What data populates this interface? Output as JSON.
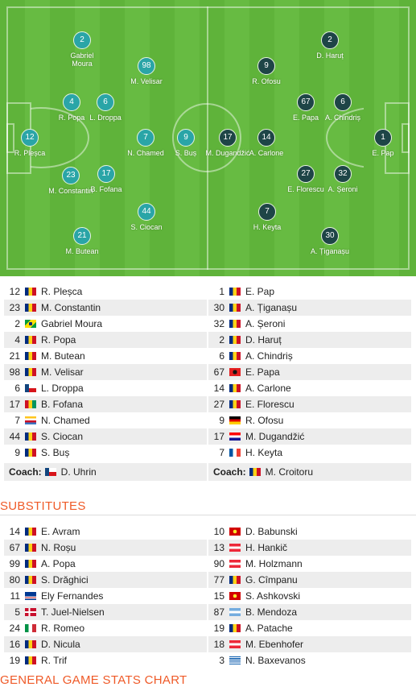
{
  "home_players": [
    {
      "number": "2",
      "name": "Gabriel\nMoura"
    },
    {
      "number": "98",
      "name": "M. Velisar"
    },
    {
      "number": "4",
      "name": "R. Popa"
    },
    {
      "number": "6",
      "name": "L. Droppa"
    },
    {
      "number": "12",
      "name": "R. Pleșca"
    },
    {
      "number": "7",
      "name": "N. Chamed"
    },
    {
      "number": "9",
      "name": "S. Buș"
    },
    {
      "number": "23",
      "name": "M. Constantin"
    },
    {
      "number": "17",
      "name": "B. Fofana"
    },
    {
      "number": "44",
      "name": "S. Ciocan"
    },
    {
      "number": "21",
      "name": "M. Butean"
    }
  ],
  "away_players": [
    {
      "number": "2",
      "name": "D. Haruț"
    },
    {
      "number": "9",
      "name": "R. Ofosu"
    },
    {
      "number": "67",
      "name": "E. Papa"
    },
    {
      "number": "6",
      "name": "A. Chindriș"
    },
    {
      "number": "17",
      "name": "M. Dugandžić"
    },
    {
      "number": "14",
      "name": "A. Carlone"
    },
    {
      "number": "1",
      "name": "E. Pap"
    },
    {
      "number": "27",
      "name": "E. Florescu"
    },
    {
      "number": "32",
      "name": "A. Șeroni"
    },
    {
      "number": "7",
      "name": "H. Keyta"
    },
    {
      "number": "30",
      "name": "A. Țiganașu"
    }
  ],
  "home_lineup": [
    {
      "number": "12",
      "name": "R. Pleșca",
      "flag": "ro"
    },
    {
      "number": "23",
      "name": "M. Constantin",
      "flag": "ro"
    },
    {
      "number": "2",
      "name": "Gabriel Moura",
      "flag": "br"
    },
    {
      "number": "4",
      "name": "R. Popa",
      "flag": "ro"
    },
    {
      "number": "21",
      "name": "M. Butean",
      "flag": "ro"
    },
    {
      "number": "98",
      "name": "M. Velisar",
      "flag": "ro"
    },
    {
      "number": "6",
      "name": "L. Droppa",
      "flag": "cz"
    },
    {
      "number": "17",
      "name": "B. Fofana",
      "flag": "gn"
    },
    {
      "number": "7",
      "name": "N. Chamed",
      "flag": "km"
    },
    {
      "number": "44",
      "name": "S. Ciocan",
      "flag": "ro"
    },
    {
      "number": "9",
      "name": "S. Buș",
      "flag": "ro"
    }
  ],
  "away_lineup": [
    {
      "number": "1",
      "name": "E. Pap",
      "flag": "ro"
    },
    {
      "number": "30",
      "name": "A. Țiganașu",
      "flag": "ro"
    },
    {
      "number": "32",
      "name": "A. Șeroni",
      "flag": "ro"
    },
    {
      "number": "2",
      "name": "D. Haruț",
      "flag": "ro"
    },
    {
      "number": "6",
      "name": "A. Chindriș",
      "flag": "ro"
    },
    {
      "number": "67",
      "name": "E. Papa",
      "flag": "al"
    },
    {
      "number": "14",
      "name": "A. Carlone",
      "flag": "ro"
    },
    {
      "number": "27",
      "name": "E. Florescu",
      "flag": "ro"
    },
    {
      "number": "9",
      "name": "R. Ofosu",
      "flag": "de"
    },
    {
      "number": "17",
      "name": "M. Dugandžić",
      "flag": "hr"
    },
    {
      "number": "7",
      "name": "H. Keyta",
      "flag": "fr"
    }
  ],
  "coach_label": "Coach:",
  "home_coach": {
    "name": "D. Uhrin",
    "flag": "cz"
  },
  "away_coach": {
    "name": "M. Croitoru",
    "flag": "ro"
  },
  "substitutes_title": "SUBSTITUTES",
  "home_subs": [
    {
      "number": "14",
      "name": "E. Avram",
      "flag": "ro"
    },
    {
      "number": "67",
      "name": "N. Roșu",
      "flag": "ro"
    },
    {
      "number": "99",
      "name": "A. Popa",
      "flag": "ro"
    },
    {
      "number": "80",
      "name": "S. Drăghici",
      "flag": "ro"
    },
    {
      "number": "11",
      "name": "Ely Fernandes",
      "flag": "cv"
    },
    {
      "number": "5",
      "name": "T. Juel-Nielsen",
      "flag": "dk"
    },
    {
      "number": "24",
      "name": "R. Romeo",
      "flag": "it"
    },
    {
      "number": "16",
      "name": "D. Nicula",
      "flag": "ro"
    },
    {
      "number": "19",
      "name": "R. Trif",
      "flag": "ro"
    }
  ],
  "away_subs": [
    {
      "number": "10",
      "name": "D. Babunski",
      "flag": "mk"
    },
    {
      "number": "13",
      "name": "H. Hankič",
      "flag": "at"
    },
    {
      "number": "90",
      "name": "M. Holzmann",
      "flag": "at"
    },
    {
      "number": "77",
      "name": "G. Cîmpanu",
      "flag": "ro"
    },
    {
      "number": "15",
      "name": "S. Ashkovski",
      "flag": "mk"
    },
    {
      "number": "87",
      "name": "B. Mendoza",
      "flag": "ar"
    },
    {
      "number": "19",
      "name": "A. Patache",
      "flag": "ro"
    },
    {
      "number": "18",
      "name": "M. Ebenhofer",
      "flag": "at"
    },
    {
      "number": "3",
      "name": "N. Baxevanos",
      "flag": "gr"
    }
  ],
  "stats_title": "GENERAL GAME STATS CHART",
  "colors": {
    "accent": "#ef5a28",
    "home_marker": "#2aa5a7",
    "away_marker": "#1e4547",
    "pitch": "#5fb33a"
  },
  "flags": {
    "ro": "linear-gradient(90deg,#002b7f 33%,#fcd116 33% 66%,#ce1126 66%)",
    "br": "radial-gradient(circle,#002776 25%,transparent 26%),linear-gradient(135deg,#009c3b 30%,#ffdf00 30% 70%,#009c3b 70%)",
    "cz": "linear-gradient(90deg,#11457e 35%,transparent 35%),linear-gradient(180deg,#fff 50%,#d7141a 50%)",
    "gn": "linear-gradient(90deg,#ce1126 33%,#fcd116 33% 66%,#009460 66%)",
    "km": "linear-gradient(180deg,#ffc61e 25%,#fff 25% 50%,#ce1126 50% 75%,#3a75c4 75%)",
    "al": "radial-gradient(circle,#111 30%,transparent 32%),linear-gradient(#e41e20,#e41e20)",
    "de": "linear-gradient(180deg,#000 33%,#dd0000 33% 66%,#ffce00 66%)",
    "hr": "linear-gradient(180deg,#ff0000 33%,#fff 33% 66%,#171796 66%)",
    "fr": "linear-gradient(90deg,#0055a4 33%,#fff 33% 66%,#ef4135 66%)",
    "cv": "linear-gradient(180deg,#003893 55%,#fff 55% 65%,#cf2027 65% 75%,#fff 75% 85%,#003893 85%)",
    "dk": "linear-gradient(90deg,transparent 33%,#fff 33% 46%,transparent 46%),linear-gradient(180deg,#c8102e 42%,#fff 42% 58%,#c8102e 58%)",
    "it": "linear-gradient(90deg,#009246 33%,#fff 33% 66%,#ce2b37 66%)",
    "mk": "radial-gradient(circle,#f8e92e 25%,#d20000 28%)",
    "at": "linear-gradient(180deg,#ed2939 33%,#fff 33% 66%,#ed2939 66%)",
    "ar": "linear-gradient(180deg,#74acdf 33%,#fff 33% 66%,#74acdf 66%)",
    "gr": "repeating-linear-gradient(180deg,#0d5eaf 0 1.1px,#fff 1.1px 2.2px)"
  }
}
